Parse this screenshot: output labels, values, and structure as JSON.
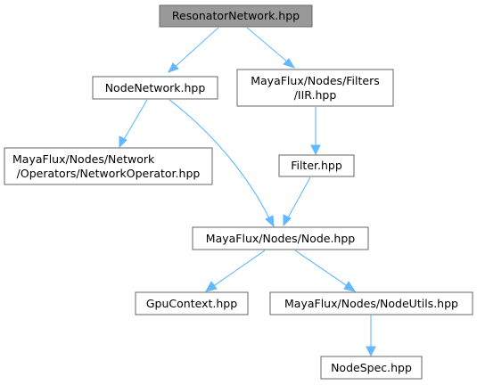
{
  "graph": {
    "nodes": {
      "resonator": {
        "label": "ResonatorNetwork.hpp"
      },
      "nodenetwork": {
        "label": "NodeNetwork.hpp"
      },
      "iir": {
        "line1": "MayaFlux/Nodes/Filters",
        "line2": "/IIR.hpp"
      },
      "networkoperator": {
        "line1": "MayaFlux/Nodes/Network",
        "line2": "/Operators/NetworkOperator.hpp"
      },
      "filter": {
        "label": "Filter.hpp"
      },
      "node": {
        "label": "MayaFlux/Nodes/Node.hpp"
      },
      "gpucontext": {
        "label": "GpuContext.hpp"
      },
      "nodeutils": {
        "label": "MayaFlux/Nodes/NodeUtils.hpp"
      },
      "nodespec": {
        "label": "NodeSpec.hpp"
      }
    },
    "edges": [
      {
        "from": "ResonatorNetwork.hpp",
        "to": "NodeNetwork.hpp"
      },
      {
        "from": "ResonatorNetwork.hpp",
        "to": "MayaFlux/Nodes/Filters/IIR.hpp"
      },
      {
        "from": "NodeNetwork.hpp",
        "to": "MayaFlux/Nodes/Network/Operators/NetworkOperator.hpp"
      },
      {
        "from": "NodeNetwork.hpp",
        "to": "MayaFlux/Nodes/Node.hpp"
      },
      {
        "from": "MayaFlux/Nodes/Filters/IIR.hpp",
        "to": "Filter.hpp"
      },
      {
        "from": "Filter.hpp",
        "to": "MayaFlux/Nodes/Node.hpp"
      },
      {
        "from": "MayaFlux/Nodes/Node.hpp",
        "to": "GpuContext.hpp"
      },
      {
        "from": "MayaFlux/Nodes/Node.hpp",
        "to": "MayaFlux/Nodes/NodeUtils.hpp"
      },
      {
        "from": "MayaFlux/Nodes/NodeUtils.hpp",
        "to": "NodeSpec.hpp"
      }
    ],
    "colors": {
      "edge": "#63b8ff",
      "root_fill": "#999999",
      "node_fill": "#ffffff",
      "node_border": "#666666"
    }
  }
}
